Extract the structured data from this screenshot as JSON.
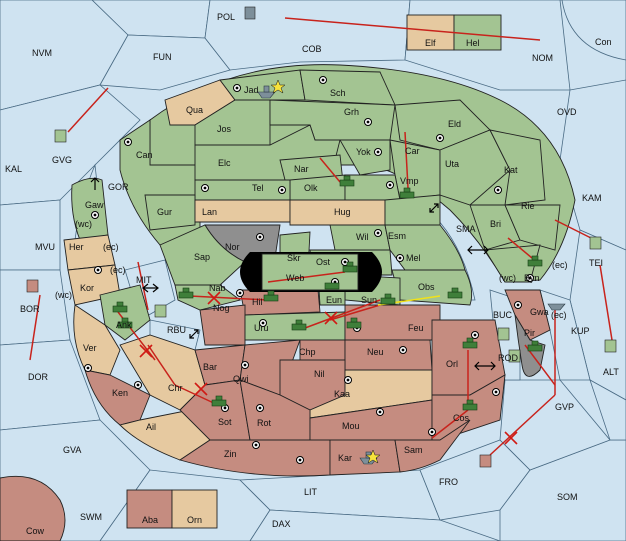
{
  "map": {
    "colors": {
      "sea": "#cfe3f1",
      "green": "#a3c492",
      "red": "#c58c80",
      "tan": "#e6c9a0",
      "neutral": "#8f8f8f",
      "move": "#c8231c",
      "support": "#f0e21a",
      "army": "#3f7f3a"
    },
    "sea_labels": {
      "pol": "POL",
      "nvm": "NVM",
      "fun": "FUN",
      "cob": "COB",
      "nom": "NOM",
      "con": "Con",
      "ovd": "OVD",
      "kal": "KAL",
      "kam": "KAM",
      "mvu": "MVU",
      "bor": "BOR",
      "dor": "DOR",
      "gvg": "GVG",
      "gor": "GOR",
      "mit": "MIT",
      "rbu": "RBU",
      "sma": "SMA",
      "buc": "BUC",
      "rod": "ROD",
      "kup": "KUP",
      "tei": "TEI",
      "alt": "ALT",
      "gvp": "GVP",
      "gva": "GVA",
      "lit": "LIT",
      "fro": "FRO",
      "som": "SOM",
      "swm": "SWM",
      "dax": "DAX",
      "cow": "Cow"
    },
    "land_labels": {
      "jad": "Jad",
      "sch": "Sch",
      "qua": "Qua",
      "jos": "Jos",
      "grh": "Grh",
      "eld": "Eld",
      "can": "Can",
      "yok": "Yok",
      "car": "Car",
      "uta": "Uta",
      "elc": "Elc",
      "nar": "Nar",
      "olk": "Olk",
      "vmp": "Vmp",
      "kat": "Kat",
      "tel": "Tel",
      "gaw": "Gaw",
      "gur": "Gur",
      "lan": "Lan",
      "hug": "Hug",
      "bri": "Bri",
      "rie": "Rie",
      "wil": "Wil",
      "esm": "Esm",
      "nor": "Nor",
      "skr": "Skr",
      "sap": "Sap",
      "ost": "Ost",
      "web": "Web",
      "mel": "Mel",
      "her": "Her",
      "kor": "Kor",
      "nab": "Nab",
      "hil": "Hil",
      "eun": "Eun",
      "sun": "Sun",
      "obs": "Obs",
      "byn": "Byn",
      "nog": "Nog",
      "ank": "Ank",
      "uru": "Uru",
      "feu": "Feu",
      "gwa": "Gwa",
      "pir": "Pir",
      "ver": "Ver",
      "chp": "Chp",
      "neu": "Neu",
      "orl": "Orl",
      "bar": "Bar",
      "qwi": "Qwi",
      "nil": "Nil",
      "ken": "Ken",
      "chr": "Chr",
      "kaa": "Kaa",
      "ail": "Ail",
      "sot": "Sot",
      "rot": "Rot",
      "mou": "Mou",
      "cos": "Cos",
      "zin": "Zin",
      "kar": "Kar",
      "sam": "Sam",
      "elf": "Elf",
      "hel": "Hel",
      "aba": "Aba",
      "orn": "Orn"
    },
    "coast_labels": {
      "wc_gaw": "(wc)",
      "ec_her": "(ec)",
      "ec_kor": "(ec)",
      "wc_kor": "(wc)",
      "wc_byn": "(wc)",
      "ec_byn": "(ec)",
      "ec_gwa": "(ec)"
    }
  }
}
